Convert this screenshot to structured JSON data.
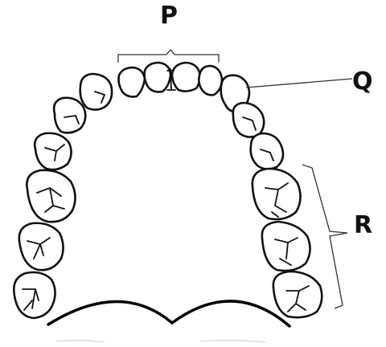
{
  "labels": {
    "p": "P",
    "q": "Q",
    "r": "R"
  },
  "colors": {
    "outline": "#111111",
    "background": "#ffffff"
  }
}
